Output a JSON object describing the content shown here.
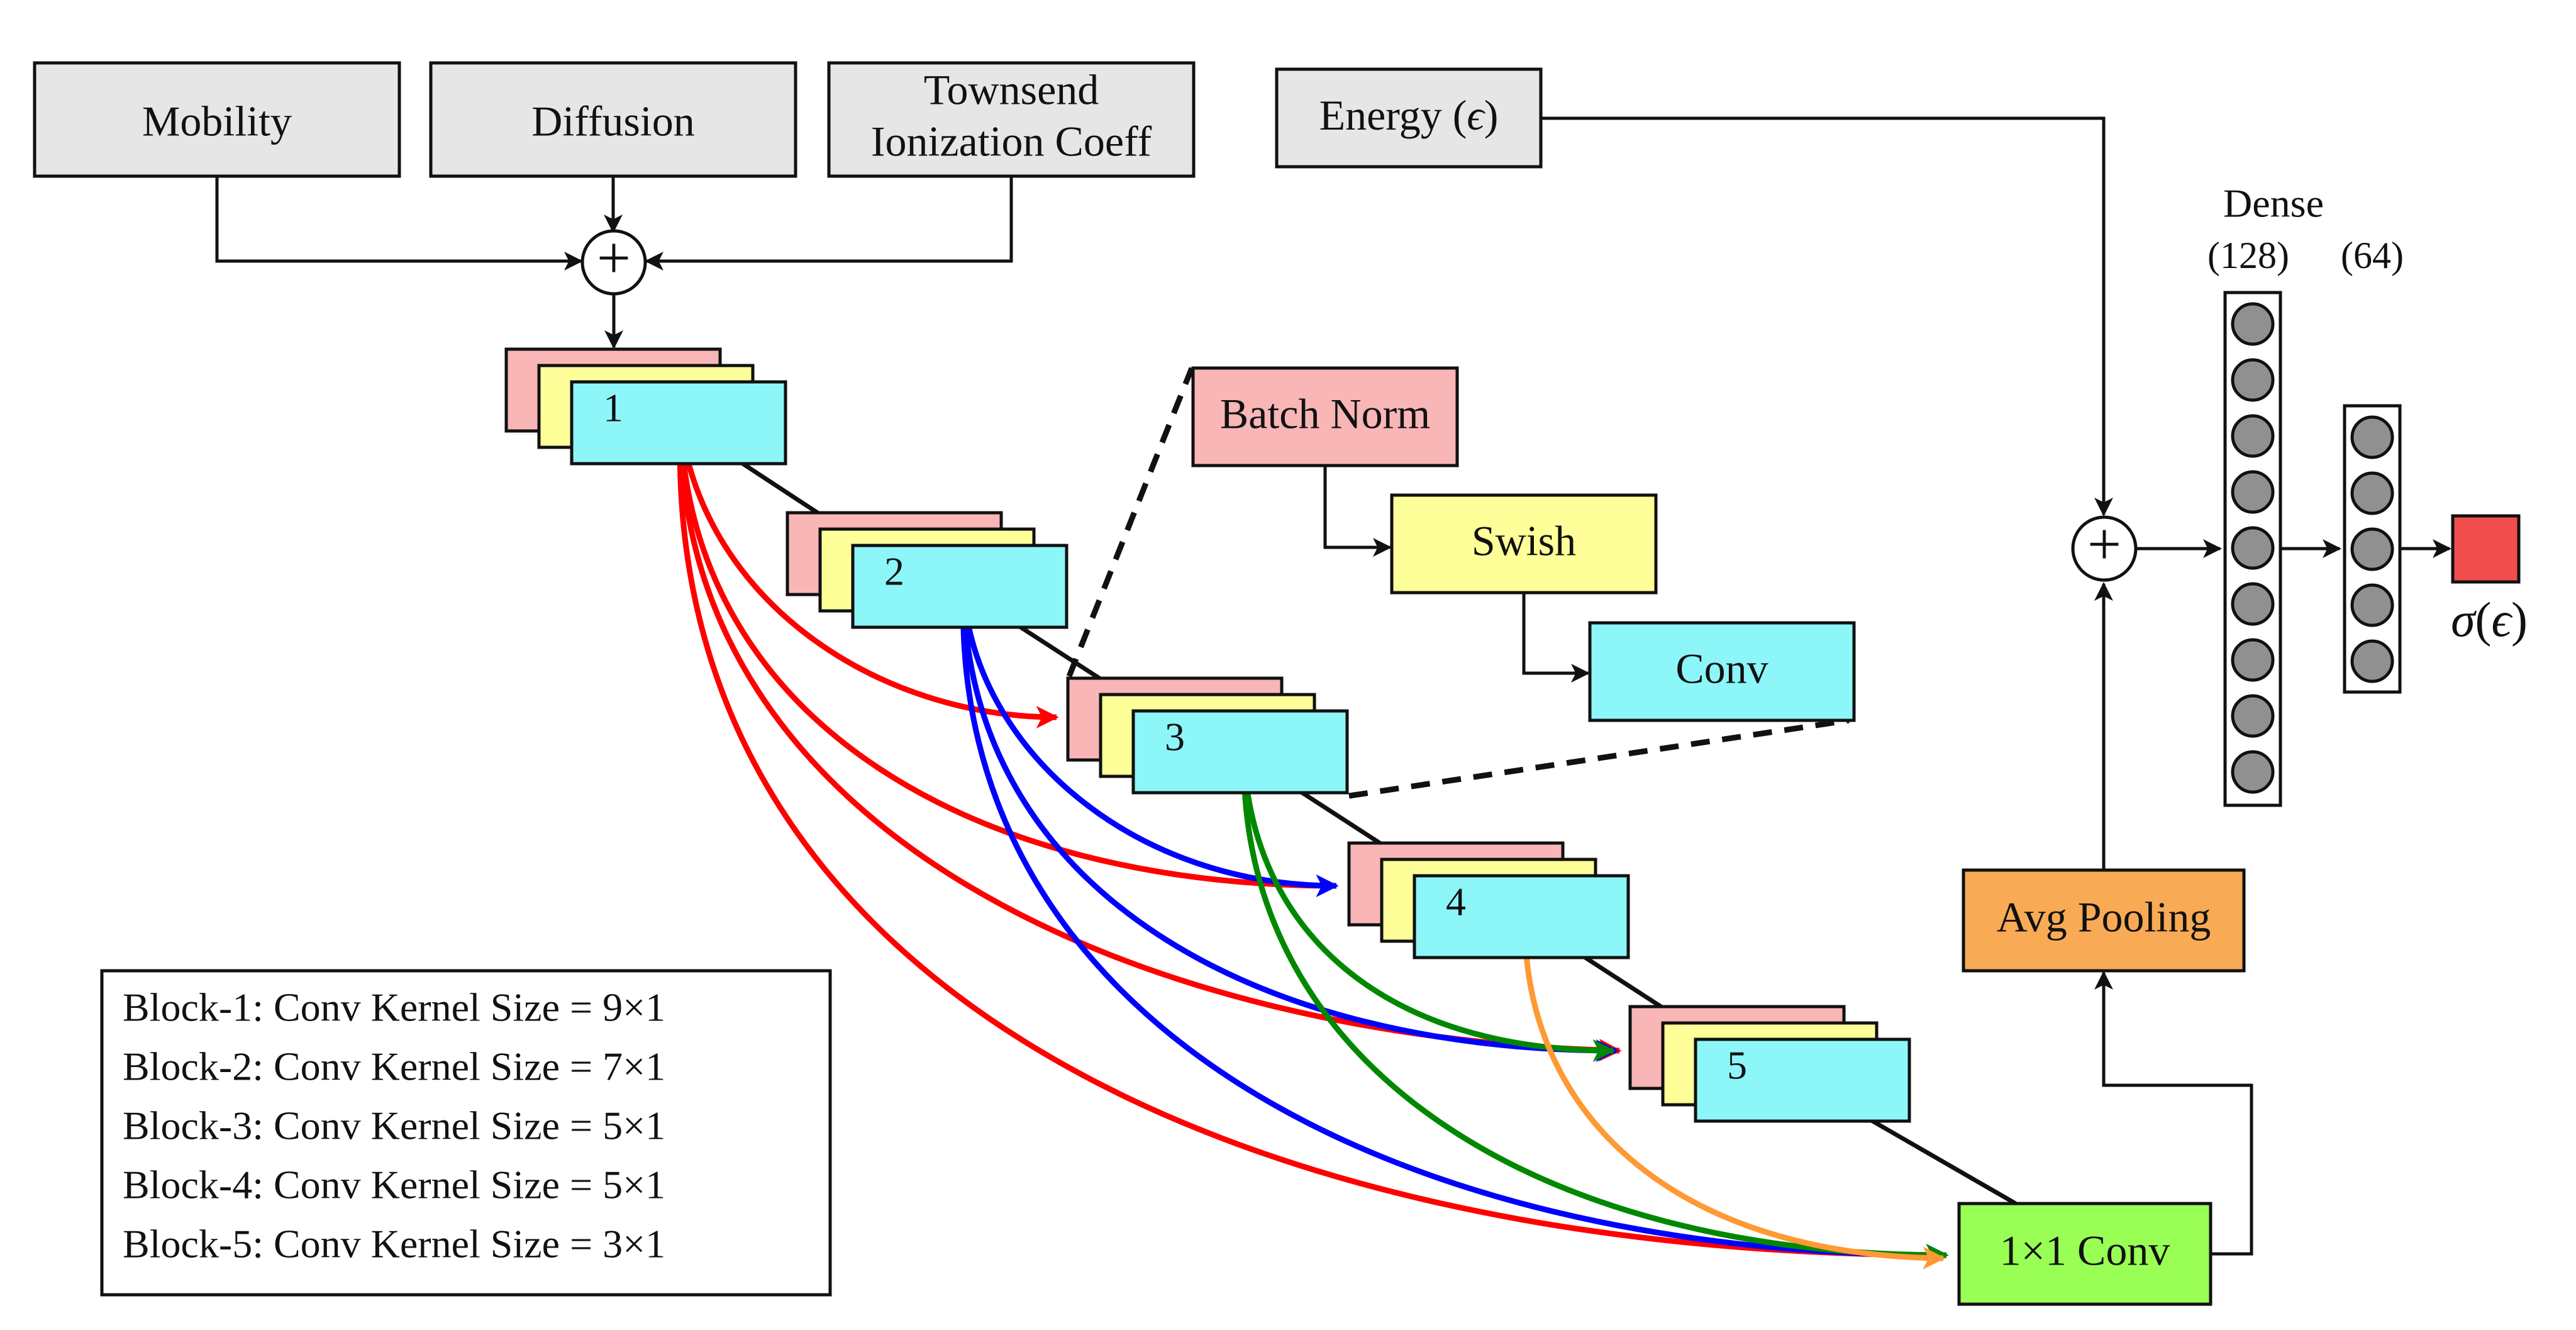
{
  "inputs": {
    "mobility": "Mobility",
    "diffusion": "Diffusion",
    "townsend_line1": "Townsend",
    "townsend_line2": "Ionization Coeff",
    "energy_label": "Energy (",
    "energy_symbol": "ϵ",
    "energy_close": ")"
  },
  "sum_symbol": "+",
  "blocks": [
    "1",
    "2",
    "3",
    "4",
    "5"
  ],
  "block_internals": {
    "batch_norm": "Batch Norm",
    "swish": "Swish",
    "conv": "Conv"
  },
  "pointwise_conv": "1×1 Conv",
  "avg_pooling": "Avg Pooling",
  "dense": {
    "title": "Dense",
    "layer1_size": "(128)",
    "layer2_size": "(64)",
    "layer1_neurons": 9,
    "layer2_neurons": 5
  },
  "output": {
    "label_sigma": "σ",
    "label_open": "(",
    "label_symbol": "ϵ",
    "label_close": ")"
  },
  "legend": [
    "Block-1: Conv Kernel Size = 9×1",
    "Block-2: Conv Kernel Size = 7×1",
    "Block-3: Conv Kernel Size = 5×1",
    "Block-4: Conv Kernel Size = 5×1",
    "Block-5: Conv Kernel Size = 3×1"
  ],
  "colors": {
    "input_box": "#e6e6e6",
    "layer_pink": "#f9b6b6",
    "layer_yellow": "#ffff99",
    "layer_cyan": "#8cf6f9",
    "conv1x1": "#99ff55",
    "avg_pooling": "#f9aa55",
    "output": "#f24d4d",
    "neuron": "#909090",
    "skip_block1": "#ff0000",
    "skip_block2": "#0000ff",
    "skip_block3": "#008800",
    "skip_block4": "#ff9933"
  }
}
